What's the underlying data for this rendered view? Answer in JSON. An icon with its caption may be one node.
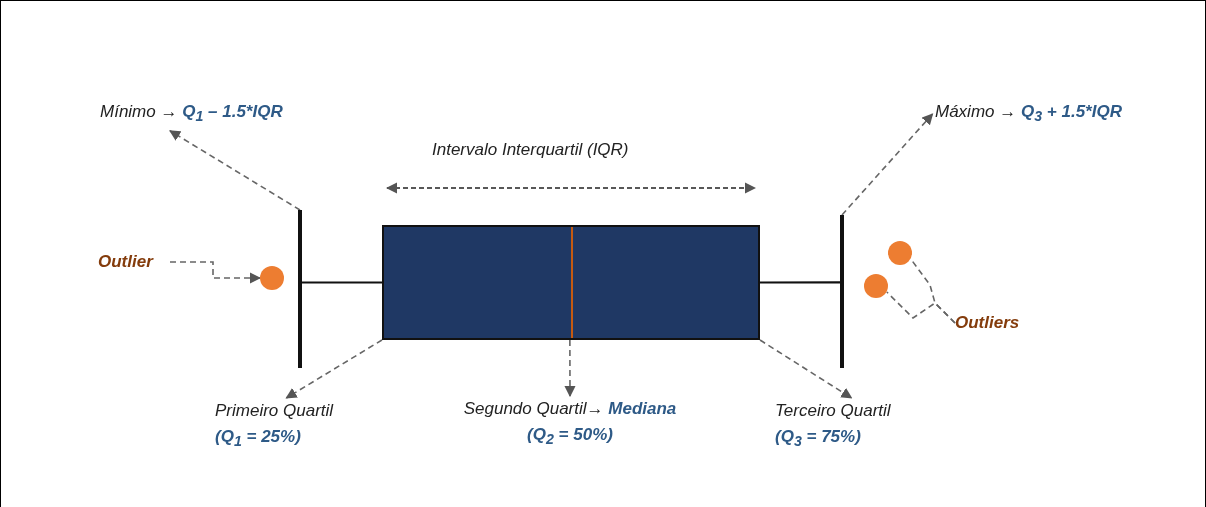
{
  "diagram": {
    "nodes": [
      {
        "text": [
          "Mínimo → **Q$_{1}$ – 1.5*IQR**"
        ]
      },
      {
        "text": [
          "Máximo → **Q$_{3}$ + 1.5*IQR**"
        ]
      },
      {
        "text": [
          "Outlier"
        ]
      },
      {
        "text": [],
        "shape": "circle"
      },
      {
        "text": [],
        "shape": "bar"
      },
      {
        "text": [],
        "shape": "box"
      },
      {
        "text": [],
        "shape": "bar"
      },
      {
        "text": [],
        "shape": "circle"
      },
      {
        "text": [],
        "shape": "circle"
      },
      {
        "text": [
          "Outliers"
        ]
      },
      {
        "text": [
          "Primeiro Quartil",
          "**(Q$_{1}$ = 25%)**"
        ]
      },
      {
        "text": [
          "Segundo Quartil→ **Mediana**",
          "**(Q$_{2}$ = 50%)**"
        ]
      },
      {
        "text": [
          "Terceiro Quartil",
          "**(Q$_{3}$ = 75%)**"
        ]
      }
    ],
    "edges": [
      {
        "from": 4,
        "to": 0,
        "arrow": "to",
        "style": "dashed"
      },
      {
        "from": 6,
        "to": 1,
        "arrow": "to",
        "style": "dashed"
      },
      {
        "from": 2,
        "to": 3,
        "arrow": "to",
        "style": "dashed"
      },
      {
        "from": 9,
        "to": 7,
        "arrow": "none",
        "style": "dashed"
      },
      {
        "from": 9,
        "to": 8,
        "arrow": "none",
        "style": "dashed"
      },
      {
        "from": 4,
        "to": 5,
        "arrow": "none"
      },
      {
        "from": 5,
        "to": 6,
        "arrow": "none"
      },
      {
        "from": 5,
        "to": 10,
        "arrow": "to",
        "style": "dashed"
      },
      {
        "from": 5,
        "to": 11,
        "arrow": "to",
        "style": "dashed"
      },
      {
        "from": 5,
        "to": 12,
        "arrow": "to",
        "style": "dashed"
      }
    ],
    "labels": [
      "Intervalo Interquartil (IQR)"
    ]
  }
}
